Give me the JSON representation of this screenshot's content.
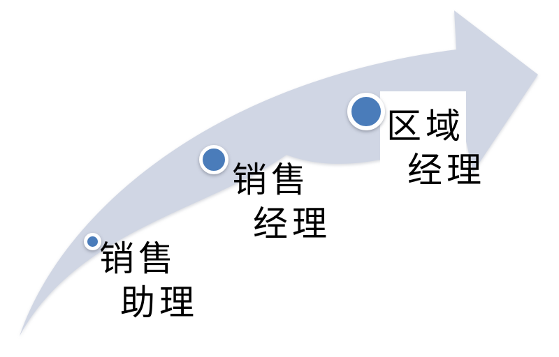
{
  "diagram": {
    "type": "ascending-arrow-progression",
    "stages": [
      {
        "id": 1,
        "line1": "销售",
        "line2": "助理",
        "marker_size": "small"
      },
      {
        "id": 2,
        "line1": "销售",
        "line2": "经理",
        "marker_size": "medium"
      },
      {
        "id": 3,
        "line1": "区域",
        "line2": "经理",
        "marker_size": "large"
      }
    ]
  },
  "colors": {
    "background": "#ffffff",
    "arrow": "#d0d6e4",
    "marker_fill": "#4a7cba",
    "marker_ring": "#ffffff",
    "text": "#000000",
    "label_bg": "#ffffff"
  }
}
